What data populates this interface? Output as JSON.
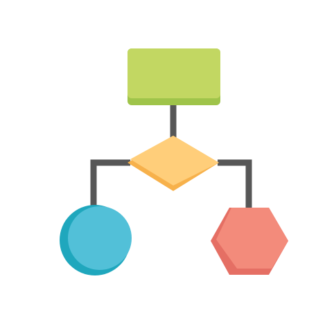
{
  "diagram": {
    "kind": "flowchart-icon",
    "colors": {
      "connector": "#575757",
      "process_top": "#c2d762",
      "process_shadow": "#9fc44a",
      "decision_top": "#ffce7a",
      "decision_shadow": "#f7b14b",
      "terminal_top": "#52c0d8",
      "terminal_shadow": "#1fa7bd",
      "hexagon_top": "#f38b7b",
      "hexagon_shadow": "#e56f64"
    },
    "nodes": [
      {
        "id": "process",
        "shape": "rectangle",
        "name": "process-box"
      },
      {
        "id": "decision",
        "shape": "diamond",
        "name": "decision-diamond"
      },
      {
        "id": "terminal",
        "shape": "circle",
        "name": "terminal-circle"
      },
      {
        "id": "preparation",
        "shape": "hexagon",
        "name": "preparation-hexagon"
      }
    ],
    "edges": [
      {
        "from": "process",
        "to": "decision"
      },
      {
        "from": "decision",
        "to": "terminal"
      },
      {
        "from": "decision",
        "to": "preparation"
      }
    ]
  }
}
